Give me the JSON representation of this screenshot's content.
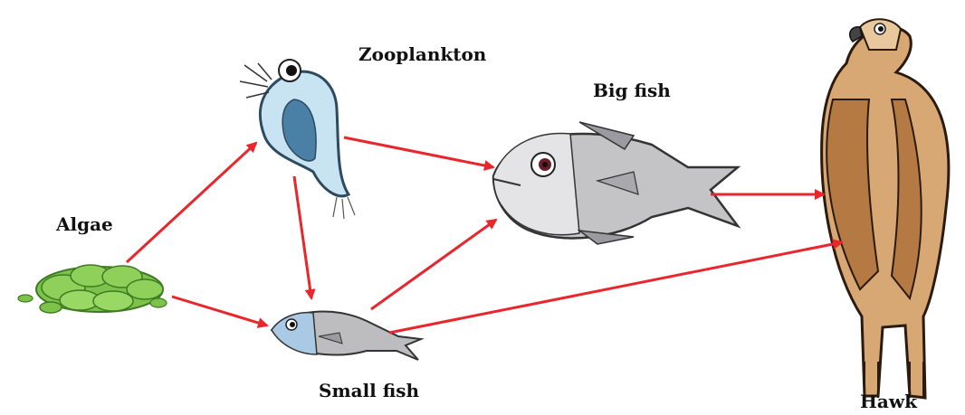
{
  "organisms": {
    "algae": "Algae",
    "zooplankton": "Zooplankton",
    "small_fish": "Small fish",
    "big_fish": "Big fish",
    "hawk": "Hawk"
  },
  "arrow_color": "#e8262b",
  "links": [
    {
      "from": "algae",
      "to": "zooplankton"
    },
    {
      "from": "algae",
      "to": "small_fish"
    },
    {
      "from": "zooplankton",
      "to": "small_fish"
    },
    {
      "from": "zooplankton",
      "to": "big_fish"
    },
    {
      "from": "small_fish",
      "to": "big_fish"
    },
    {
      "from": "small_fish",
      "to": "hawk"
    },
    {
      "from": "big_fish",
      "to": "hawk"
    }
  ]
}
